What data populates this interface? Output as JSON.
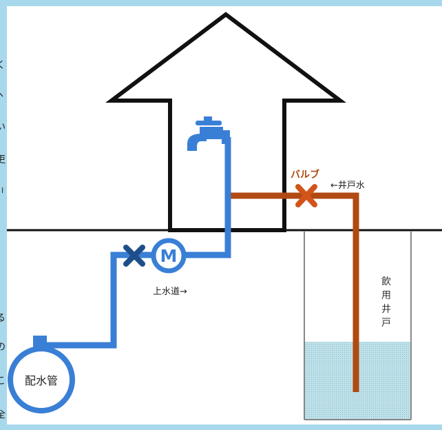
{
  "labels": {
    "valve": "バルブ",
    "well_water": "←井戸水",
    "tap_water": "上水道→",
    "meter": "M",
    "main_pipe": "配水管",
    "well_vertical": [
      "飲",
      "用",
      "井",
      "戸"
    ]
  },
  "edge_text": [
    "く",
    "ヽ",
    "い",
    "吏",
    "「",
    "る",
    "の",
    "こ",
    "全"
  ],
  "colors": {
    "blue_pipe": "#3a7fd6",
    "brown_pipe": "#b04a12",
    "valve_orange": "#d2541a",
    "valve_navy": "#1f4f8a",
    "water": "#b9dde6",
    "outline": "#111111"
  }
}
